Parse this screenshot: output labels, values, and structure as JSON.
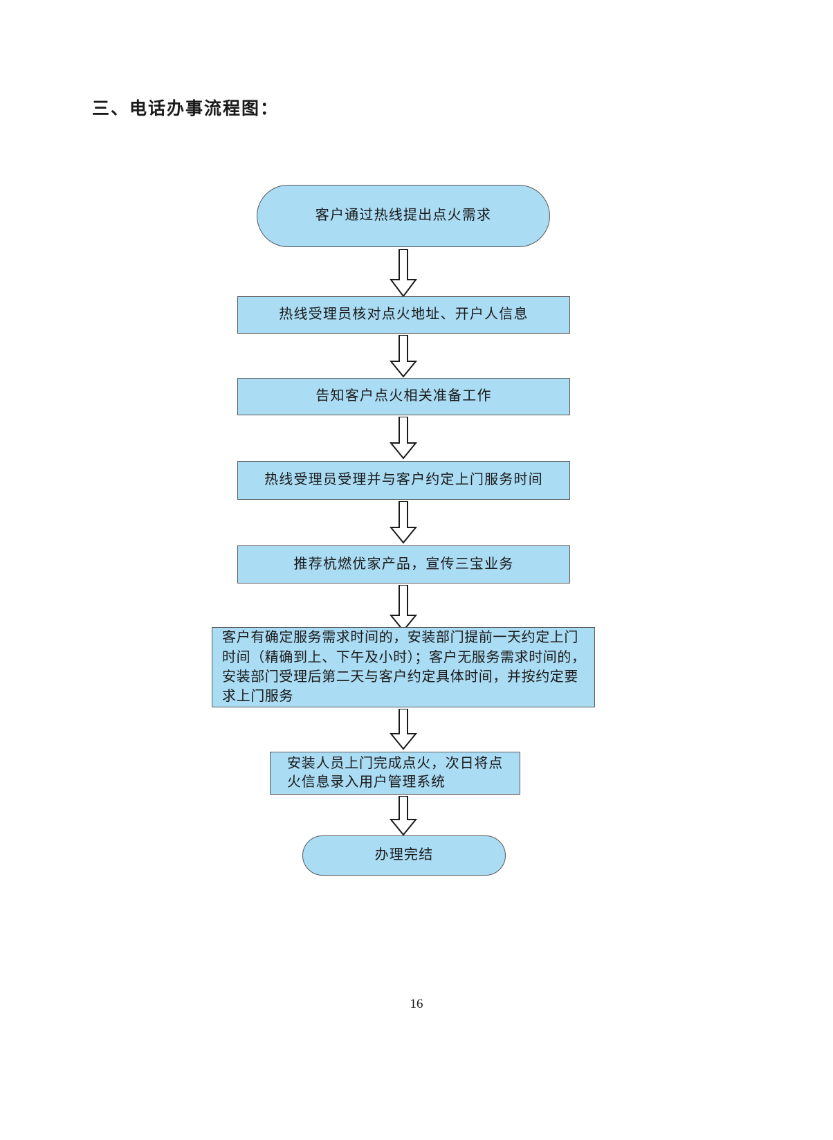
{
  "document": {
    "section_title": "三、电话办事流程图：",
    "page_number": "16"
  },
  "theme": {
    "node_fill": "#aadcf4",
    "node_border": "#595959",
    "text_color": "#1a1a1a",
    "arrow_fill": "#ffffff",
    "arrow_stroke": "#1a1a1a",
    "page_background": "#ffffff"
  },
  "flowchart": {
    "type": "flowchart",
    "orientation": "top-to-bottom",
    "connector_style": "hollow-block-arrow",
    "nodes": [
      {
        "id": "n1",
        "shape": "stadium",
        "label": "客户通过热线提出点火需求"
      },
      {
        "id": "n2",
        "shape": "rectangle",
        "label": "热线受理员核对点火地址、开户人信息"
      },
      {
        "id": "n3",
        "shape": "rectangle",
        "label": "告知客户点火相关准备工作"
      },
      {
        "id": "n4",
        "shape": "rectangle",
        "label": "热线受理员受理并与客户约定上门服务时间"
      },
      {
        "id": "n5",
        "shape": "rectangle",
        "label": "推荐杭燃优家产品，宣传三宝业务"
      },
      {
        "id": "n6",
        "shape": "rectangle",
        "label": "客户有确定服务需求时间的，安装部门提前一天约定上门时间（精确到上、下午及小时）；客户无服务需求时间的，安装部门受理后第二天与客户约定具体时间，并按约定要求上门服务"
      },
      {
        "id": "n7",
        "shape": "rectangle",
        "label": "安装人员上门完成点火，次日将点火信息录入用户管理系统"
      },
      {
        "id": "n8",
        "shape": "stadium",
        "label": "办理完结"
      }
    ],
    "edges": [
      {
        "from": "n1",
        "to": "n2"
      },
      {
        "from": "n2",
        "to": "n3"
      },
      {
        "from": "n3",
        "to": "n4"
      },
      {
        "from": "n4",
        "to": "n5"
      },
      {
        "from": "n5",
        "to": "n6"
      },
      {
        "from": "n6",
        "to": "n7"
      },
      {
        "from": "n7",
        "to": "n8"
      }
    ]
  }
}
